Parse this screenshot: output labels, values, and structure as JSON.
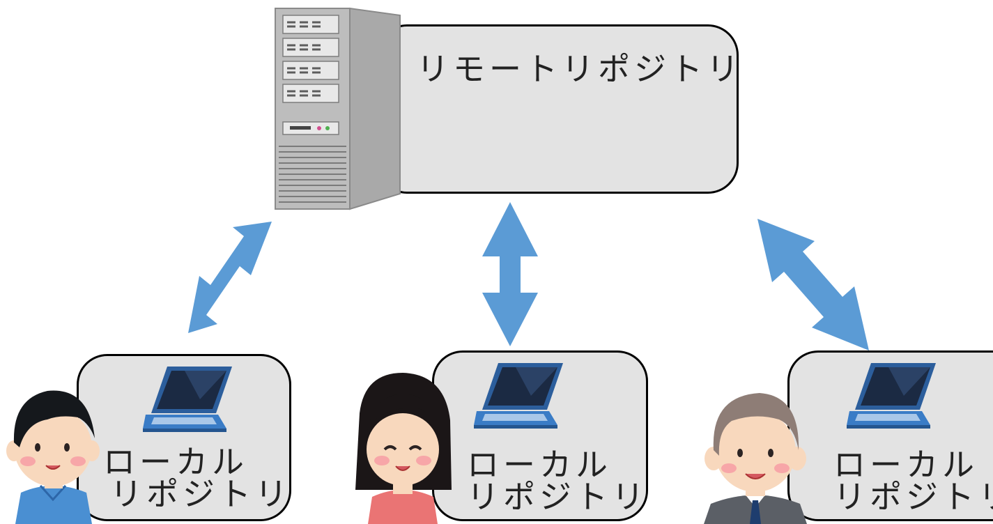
{
  "remote": {
    "label": "リモートリポジトリ"
  },
  "locals": [
    {
      "line1": "ローカル",
      "line2": "リポジトリ",
      "person": "boy-icon"
    },
    {
      "line1": "ローカル",
      "line2": "リポジトリ",
      "person": "woman-icon"
    },
    {
      "line1": "ローカル",
      "line2": "リポジトリ",
      "person": "businessman-icon"
    }
  ],
  "colors": {
    "arrow": "#5b9bd5",
    "box_fill": "#e3e3e3",
    "box_border": "#000000",
    "laptop": "#2f6db5",
    "server": "#b4b4b4"
  }
}
